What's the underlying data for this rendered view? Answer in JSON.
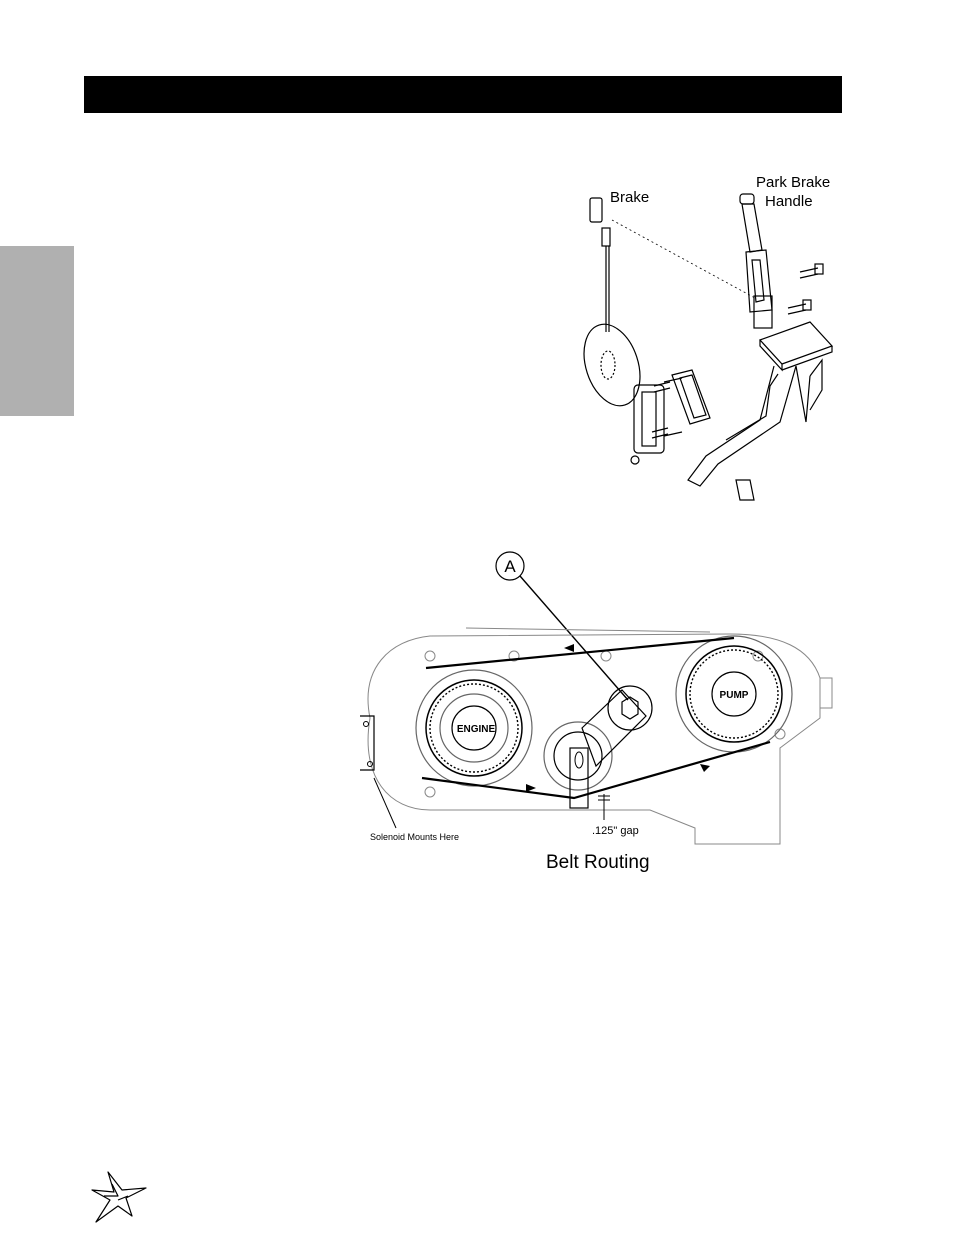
{
  "brake_figure": {
    "brake_label": "Brake",
    "park_brake_label_line1": "Park Brake",
    "park_brake_label_line2": "Handle"
  },
  "belt_figure": {
    "callout_letter": "A",
    "engine_label": "ENGINE",
    "pump_label": "PUMP",
    "gap_label": ".125\" gap",
    "solenoid_label": "Solenoid Mounts Here",
    "caption": "Belt Routing"
  }
}
